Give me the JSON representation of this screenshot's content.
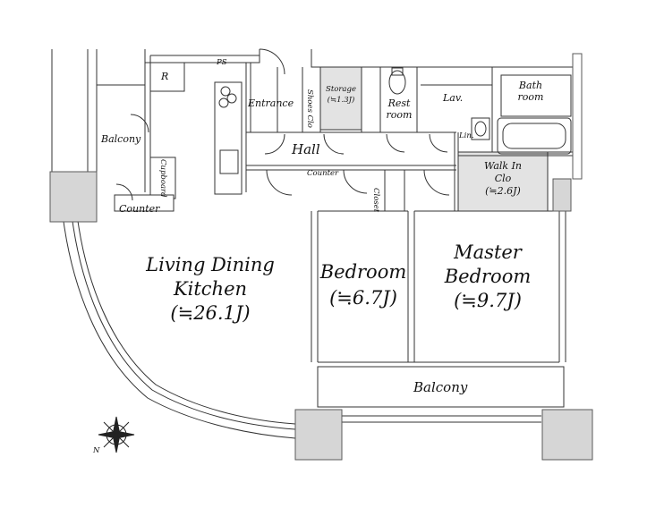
{
  "rooms": {
    "ldk": {
      "line1": "Living Dining",
      "line2": "Kitchen",
      "area": "(≒26.1J)"
    },
    "bedroom": {
      "name": "Bedroom",
      "area": "(≒6.7J)"
    },
    "master": {
      "line1": "Master",
      "line2": "Bedroom",
      "area": "(≒9.7J)"
    },
    "walkin": {
      "line1": "Walk In",
      "line2": "Clo",
      "area": "(≒2.6J)"
    },
    "bath": {
      "line1": "Bath",
      "line2": "room"
    },
    "rest": {
      "line1": "Rest",
      "line2": "room"
    },
    "storage": {
      "name": "Storage",
      "area": "(≒1.3J)"
    }
  },
  "labels": {
    "balcony_south": "Balcony",
    "balcony_west": "Balcony",
    "hall": "Hall",
    "entrance": "Entrance",
    "lav": "Lav.",
    "closet": "Closet",
    "counter_hall": "Counter",
    "counter_balcony": "Counter",
    "cupboard": "Cupboard",
    "shoe_clo": "Shoes Clo",
    "ps": "PS",
    "r": "R",
    "lin": "Lin.",
    "compass_n": "N"
  },
  "colors": {
    "wall": "#c9c9c9",
    "wall_stroke": "#5a5a5a",
    "column": "#d6d6d6",
    "shaded_room": "#e3e3e3",
    "line": "#333333"
  }
}
